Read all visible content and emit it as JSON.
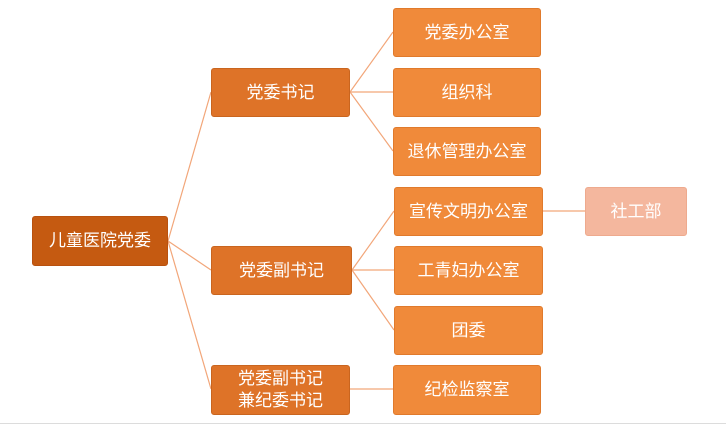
{
  "org_chart": {
    "root": {
      "label": "儿童医院党委"
    },
    "secretary": {
      "label": "党委书记",
      "children": [
        "党委办公室",
        "组织科",
        "退休管理办公室"
      ]
    },
    "deputy_secretary": {
      "label": "党委副书记",
      "children": [
        "宣传文明办公室",
        "工青妇办公室",
        "团委"
      ],
      "sub_unit": "社工部"
    },
    "discipline_secretary": {
      "label": "党委副书记\n兼纪委书记",
      "children": [
        "纪检监察室"
      ]
    }
  },
  "colors": {
    "root": "#c55a11",
    "level1": "#de7328",
    "level2": "#f08a3a",
    "level3": "#f4b79e",
    "connector": "#f2a679"
  }
}
